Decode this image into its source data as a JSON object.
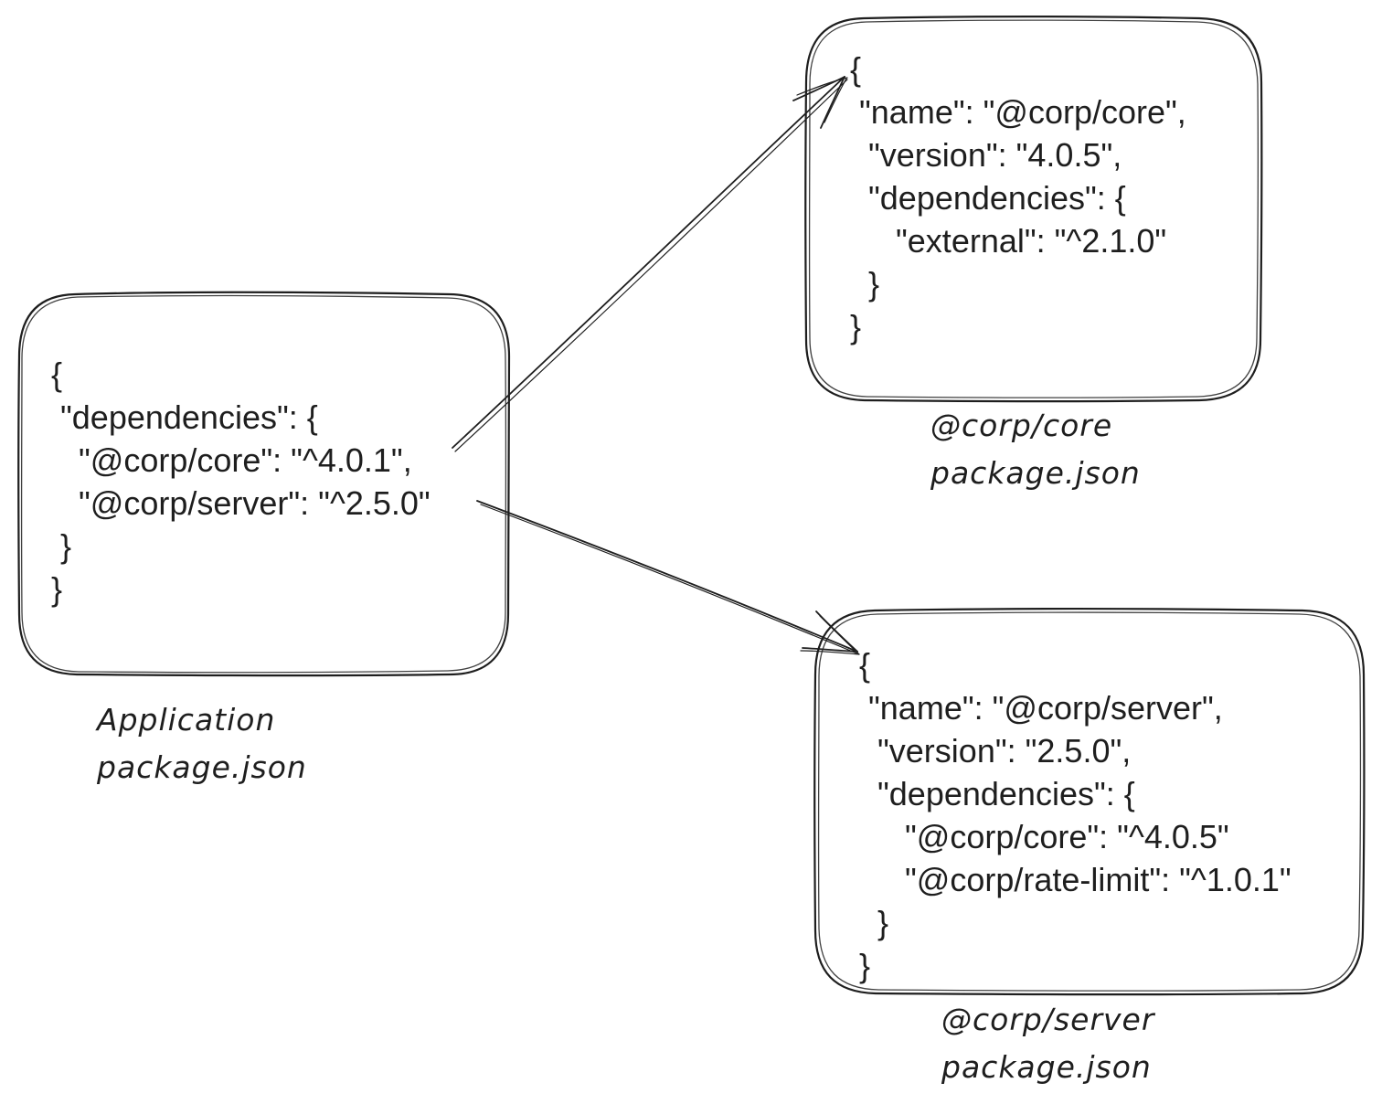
{
  "diagram": {
    "application": {
      "code_lines": [
        "{",
        " \"dependencies\": {",
        "   \"@corp/core\": \"^4.0.1\",",
        "   \"@corp/server\": \"^2.5.0\"",
        " }",
        "}"
      ],
      "caption_lines": [
        "Application",
        "package.json"
      ]
    },
    "core": {
      "code_lines": [
        "{",
        " \"name\": \"@corp/core\",",
        "  \"version\": \"4.0.5\",",
        "  \"dependencies\": {",
        "     \"external\": \"^2.1.0\"",
        "  }",
        "}"
      ],
      "caption_lines": [
        "@corp/core",
        "package.json"
      ]
    },
    "server": {
      "code_lines": [
        "{",
        " \"name\": \"@corp/server\",",
        "  \"version\": \"2.5.0\",",
        "  \"dependencies\": {",
        "     \"@corp/core\": \"^4.0.5\"",
        "     \"@corp/rate-limit\": \"^1.0.1\"",
        "  }",
        "}"
      ],
      "caption_lines": [
        "@corp/server",
        "package.json"
      ]
    },
    "colors": {
      "stroke": "#1e1e1e",
      "background": "#ffffff"
    }
  }
}
